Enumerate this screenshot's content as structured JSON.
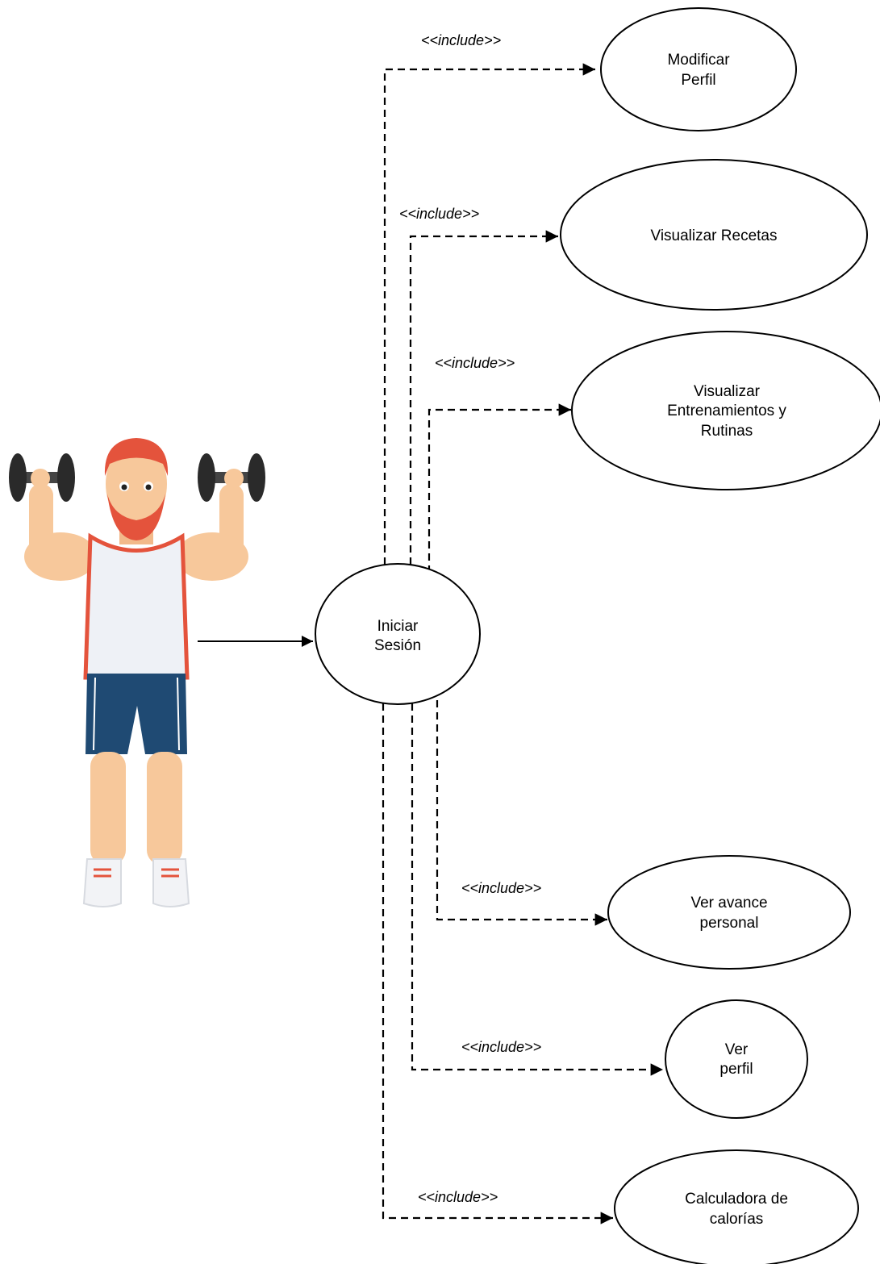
{
  "actor": {
    "icon": "weightlifter-icon"
  },
  "include_label": "<<include>>",
  "use_cases": {
    "login": [
      "Iniciar",
      "Sesión"
    ],
    "modify_profile": [
      "Modificar",
      "Perfil"
    ],
    "recipes": [
      "Visualizar Recetas"
    ],
    "trainings": [
      "Visualizar",
      "Entrenamientos y",
      "Rutinas"
    ],
    "progress": [
      "Ver avance",
      "personal"
    ],
    "profile": [
      "Ver",
      "perfil"
    ],
    "calories": [
      "Calculadora de",
      "calorías"
    ]
  }
}
